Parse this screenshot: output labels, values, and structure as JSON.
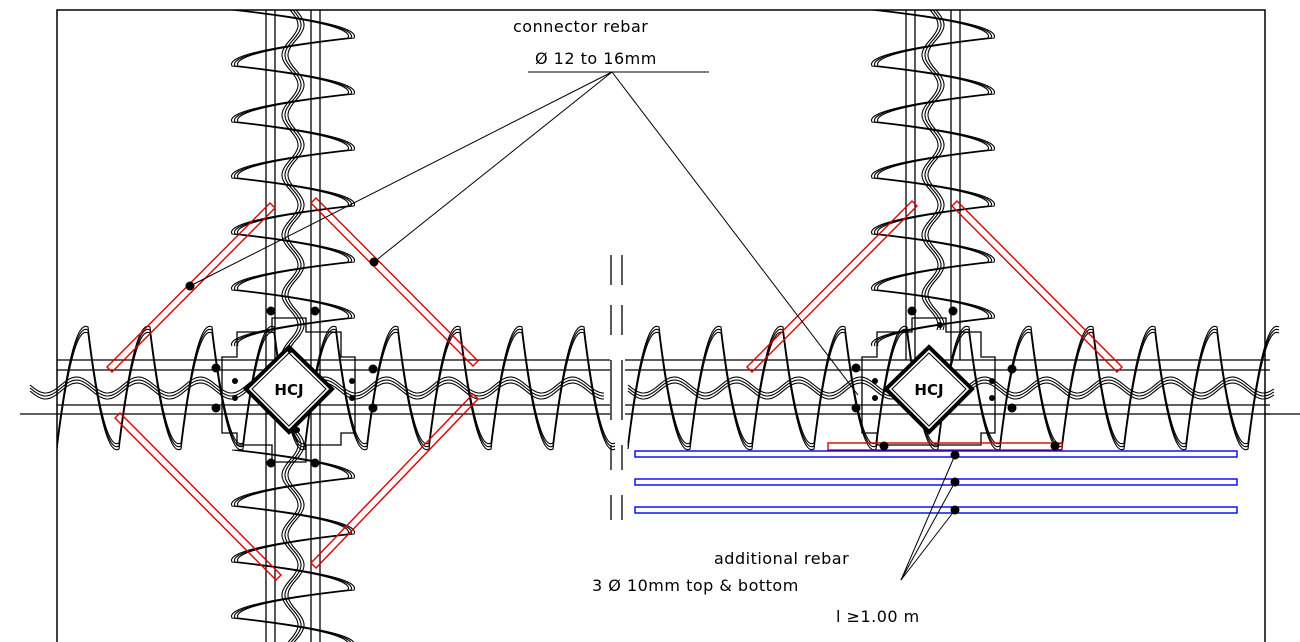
{
  "callouts": {
    "connector": {
      "line1": "connector rebar",
      "line2": "Ø 12 to 16mm"
    },
    "additional": {
      "line1": "additional rebar",
      "line2": "3 Ø 10mm top & bottom",
      "line3": "l ≥1.00 m"
    }
  },
  "joints": {
    "left_label": "HCJ",
    "right_label": "HCJ"
  },
  "colors": {
    "ink": "#000000",
    "connector": "#e00000",
    "additional": "#0000ff"
  }
}
